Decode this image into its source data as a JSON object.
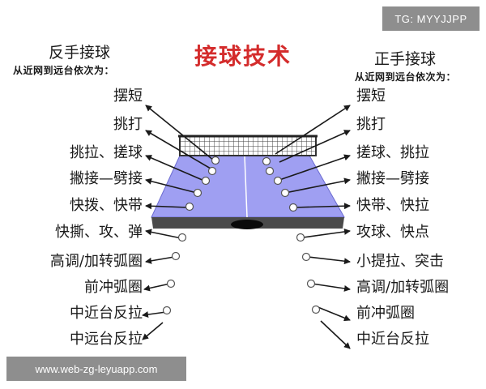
{
  "watermark_top": "TG: MYYJJPP",
  "watermark_bottom": "www.web-zg-leyuapp.com",
  "title": "接球技术",
  "left": {
    "heading": "反手接球",
    "subheading": "从近网到远台依次为：",
    "items": [
      "摆短",
      "挑打",
      "挑拉、搓球",
      "撇接—劈接",
      "快拨、快带",
      "快撕、攻、弹",
      "高调/加转弧圈",
      "前冲弧圈",
      "中近台反拉",
      "中远台反拉"
    ]
  },
  "right": {
    "heading": "正手接球",
    "subheading": "从近网到远台依次为：",
    "items": [
      "摆短",
      "挑打",
      "搓球、挑拉",
      "撇接—劈接",
      "快带、快拉",
      "攻球、快点",
      "小提拉、突击",
      "高调/加转弧圈",
      "前冲弧圈",
      "中近台反拉"
    ]
  },
  "colors": {
    "title": "#d42c2c",
    "table": "#9f9ff2",
    "table_edge": "#5c5cc8",
    "net": "#555555",
    "ball": "#ffffff"
  }
}
